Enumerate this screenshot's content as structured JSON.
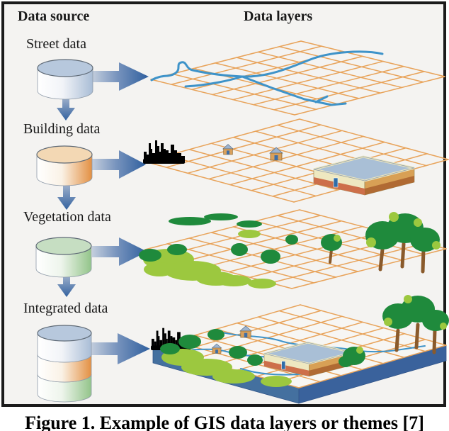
{
  "figure": {
    "headings": {
      "source": "Data source",
      "layers": "Data layers"
    },
    "rows": [
      {
        "label": "Street data",
        "source_icon": "database-cylinder-icon",
        "arrow_icons": [
          "arrow-right-icon",
          "arrow-down-icon"
        ]
      },
      {
        "label": "Building data",
        "source_icon": "database-cylinder-icon",
        "arrow_icons": [
          "arrow-right-icon",
          "arrow-down-icon"
        ]
      },
      {
        "label": "Vegetation data",
        "source_icon": "database-cylinder-icon",
        "arrow_icons": [
          "arrow-right-icon",
          "arrow-down-icon"
        ]
      },
      {
        "label": "Integrated data",
        "source_icon": "stacked-database-cylinder-icon",
        "arrow_icons": [
          "arrow-right-icon"
        ]
      }
    ],
    "caption": "Figure 1. Example of GIS data layers or themes [7]",
    "colors": {
      "frame": "#1b1b1b",
      "figbg": "#f4f3f1",
      "ink": "#1a1a1a",
      "grid": "#e8a35a",
      "street": "#3e93c9",
      "arrow": "#32619f",
      "skyline": "#2b3162",
      "slab": "#44709f",
      "slabdark": "#3a629c",
      "treedark": "#1f8a3c",
      "treelight": "#9cc83f",
      "trunk": "#8a5a2b",
      "roof": "#a9bfd6",
      "cream": "#eee8c0",
      "red": "#cd6f4a",
      "orange2": "#c08045",
      "housetan": "#d9a05b",
      "cyltopblue": "#b7c8dd",
      "cyltoporange": "#f3d8b4",
      "cyltopgreen": "#c6dec2"
    }
  }
}
